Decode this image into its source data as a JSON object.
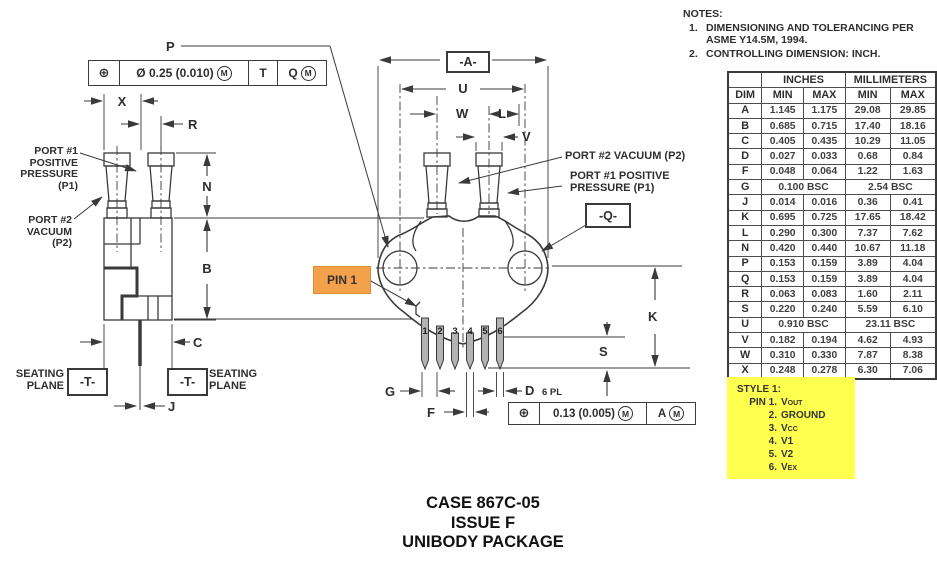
{
  "notes": {
    "heading": "NOTES:",
    "items": [
      {
        "num": "1.",
        "text": "DIMENSIONING AND TOLERANCING PER ASME Y14.5M, 1994."
      },
      {
        "num": "2.",
        "text": "CONTROLLING DIMENSION: INCH."
      }
    ]
  },
  "dim_table": {
    "group_headers": [
      "INCHES",
      "MILLIMETERS"
    ],
    "col_headers": [
      "DIM",
      "MIN",
      "MAX",
      "MIN",
      "MAX"
    ],
    "rows": [
      [
        "A",
        "1.145",
        "1.175",
        "29.08",
        "29.85"
      ],
      [
        "B",
        "0.685",
        "0.715",
        "17.40",
        "18.16"
      ],
      [
        "C",
        "0.405",
        "0.435",
        "10.29",
        "11.05"
      ],
      [
        "D",
        "0.027",
        "0.033",
        "0.68",
        "0.84"
      ],
      [
        "F",
        "0.048",
        "0.064",
        "1.22",
        "1.63"
      ],
      [
        "G",
        "0.100 BSC",
        "",
        "2.54 BSC",
        ""
      ],
      [
        "J",
        "0.014",
        "0.016",
        "0.36",
        "0.41"
      ],
      [
        "K",
        "0.695",
        "0.725",
        "17.65",
        "18.42"
      ],
      [
        "L",
        "0.290",
        "0.300",
        "7.37",
        "7.62"
      ],
      [
        "N",
        "0.420",
        "0.440",
        "10.67",
        "11.18"
      ],
      [
        "P",
        "0.153",
        "0.159",
        "3.89",
        "4.04"
      ],
      [
        "Q",
        "0.153",
        "0.159",
        "3.89",
        "4.04"
      ],
      [
        "R",
        "0.063",
        "0.083",
        "1.60",
        "2.11"
      ],
      [
        "S",
        "0.220",
        "0.240",
        "5.59",
        "6.10"
      ],
      [
        "U",
        "0.910 BSC",
        "",
        "23.11 BSC",
        ""
      ],
      [
        "V",
        "0.182",
        "0.194",
        "4.62",
        "4.93"
      ],
      [
        "W",
        "0.310",
        "0.330",
        "7.87",
        "8.38"
      ],
      [
        "X",
        "0.248",
        "0.278",
        "6.30",
        "7.06"
      ]
    ]
  },
  "style_box": {
    "title": "STYLE 1:",
    "pin_word": "PIN",
    "pins": [
      {
        "num": "1.",
        "base": "V",
        "sub": "OUT"
      },
      {
        "num": "2.",
        "base": "GROUND",
        "sub": ""
      },
      {
        "num": "3.",
        "base": "V",
        "sub": "CC"
      },
      {
        "num": "4.",
        "base": "V1",
        "sub": ""
      },
      {
        "num": "5.",
        "base": "V2",
        "sub": ""
      },
      {
        "num": "6.",
        "base": "V",
        "sub": "EX"
      }
    ]
  },
  "drawing": {
    "fcf_top": {
      "sym": "⊕",
      "zone": "Ø 0.25 (0.010)",
      "zone_mod": "M",
      "datum1": "T",
      "datum2": "Q",
      "datum2_mod": "M"
    },
    "fcf_bottom": {
      "sym": "⊕",
      "zone": "0.13 (0.005)",
      "zone_mod": "M",
      "datum1": "A",
      "datum1_mod": "M"
    },
    "datum_a": "-A-",
    "datum_q": "-Q-",
    "datum_t_left": "-T-",
    "datum_t_right": "-T-",
    "seating_plane_left": "SEATING\nPLANE",
    "seating_plane_right": "SEATING\nPLANE",
    "pin1_callout": "PIN 1",
    "port1_left_label": "PORT #1\nPOSITIVE\nPRESSURE\n(P1)",
    "port2_left_label": "PORT #2\nVACUUM\n(P2)",
    "port2_right_label": "PORT #2 VACUUM (P2)",
    "port1_right_label": "PORT #1 POSITIVE\nPRESSURE (P1)",
    "dims": {
      "p": "P",
      "x": "X",
      "r": "R",
      "n": "N",
      "b": "B",
      "c": "C",
      "j": "J",
      "u": "U",
      "w": "W",
      "l": "L",
      "v": "V",
      "k": "K",
      "s": "S",
      "g": "G",
      "f": "F",
      "d": "D",
      "d_qty": "6 PL"
    },
    "pin_numbers": [
      "1",
      "2",
      "3",
      "4",
      "5",
      "6"
    ]
  },
  "title_block": {
    "lines": [
      "CASE 867C-05",
      "ISSUE F",
      "UNIBODY PACKAGE"
    ]
  },
  "colors": {
    "line": "#3a3a3a",
    "text": "#2e2e2e",
    "pin1_highlight": "#f4a14c",
    "style_bg": "#ffff4f",
    "pin_fill": "#b3b3b3"
  }
}
